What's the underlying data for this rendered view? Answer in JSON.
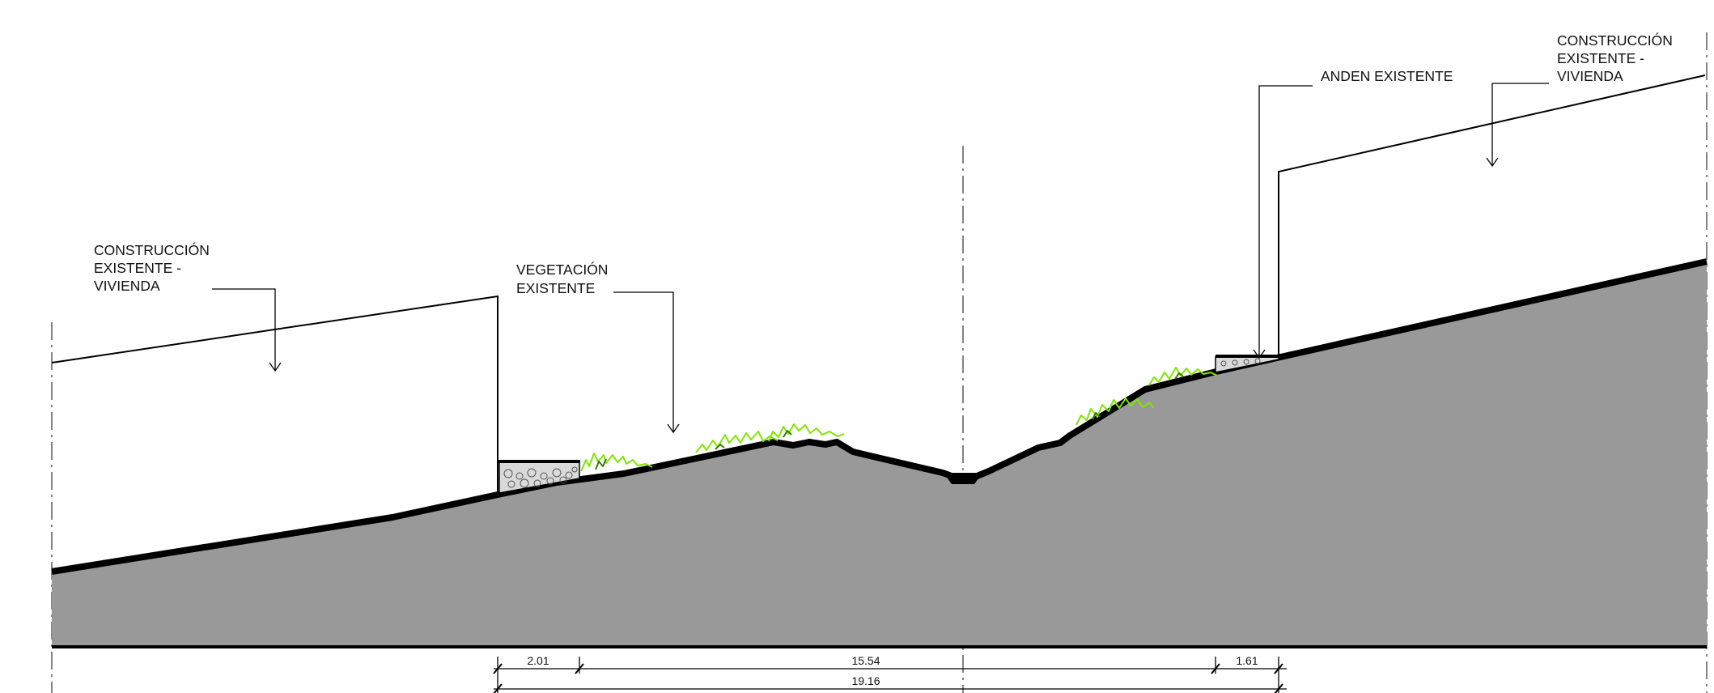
{
  "title": "",
  "labels": {
    "construccion_izq": [
      "CONSTRUCCIÓN",
      "EXISTENTE -",
      "VIVIENDA"
    ],
    "vegetacion": [
      "VEGETACIÓN",
      "EXISTENTE"
    ],
    "anden": "ANDEN EXISTENTE",
    "construccion_der": [
      "CONSTRUCCIÓN",
      "EXISTENTE -",
      "VIVIENDA"
    ]
  },
  "dimensions": {
    "anden_izq": "2.01",
    "calzada": "15.54",
    "anden_der": "1.61",
    "total": "19.16"
  },
  "colors": {
    "terreno": "#999999",
    "linea": "#000000",
    "vegetacion": "#7fe600",
    "anden": "#d9d9d9"
  }
}
